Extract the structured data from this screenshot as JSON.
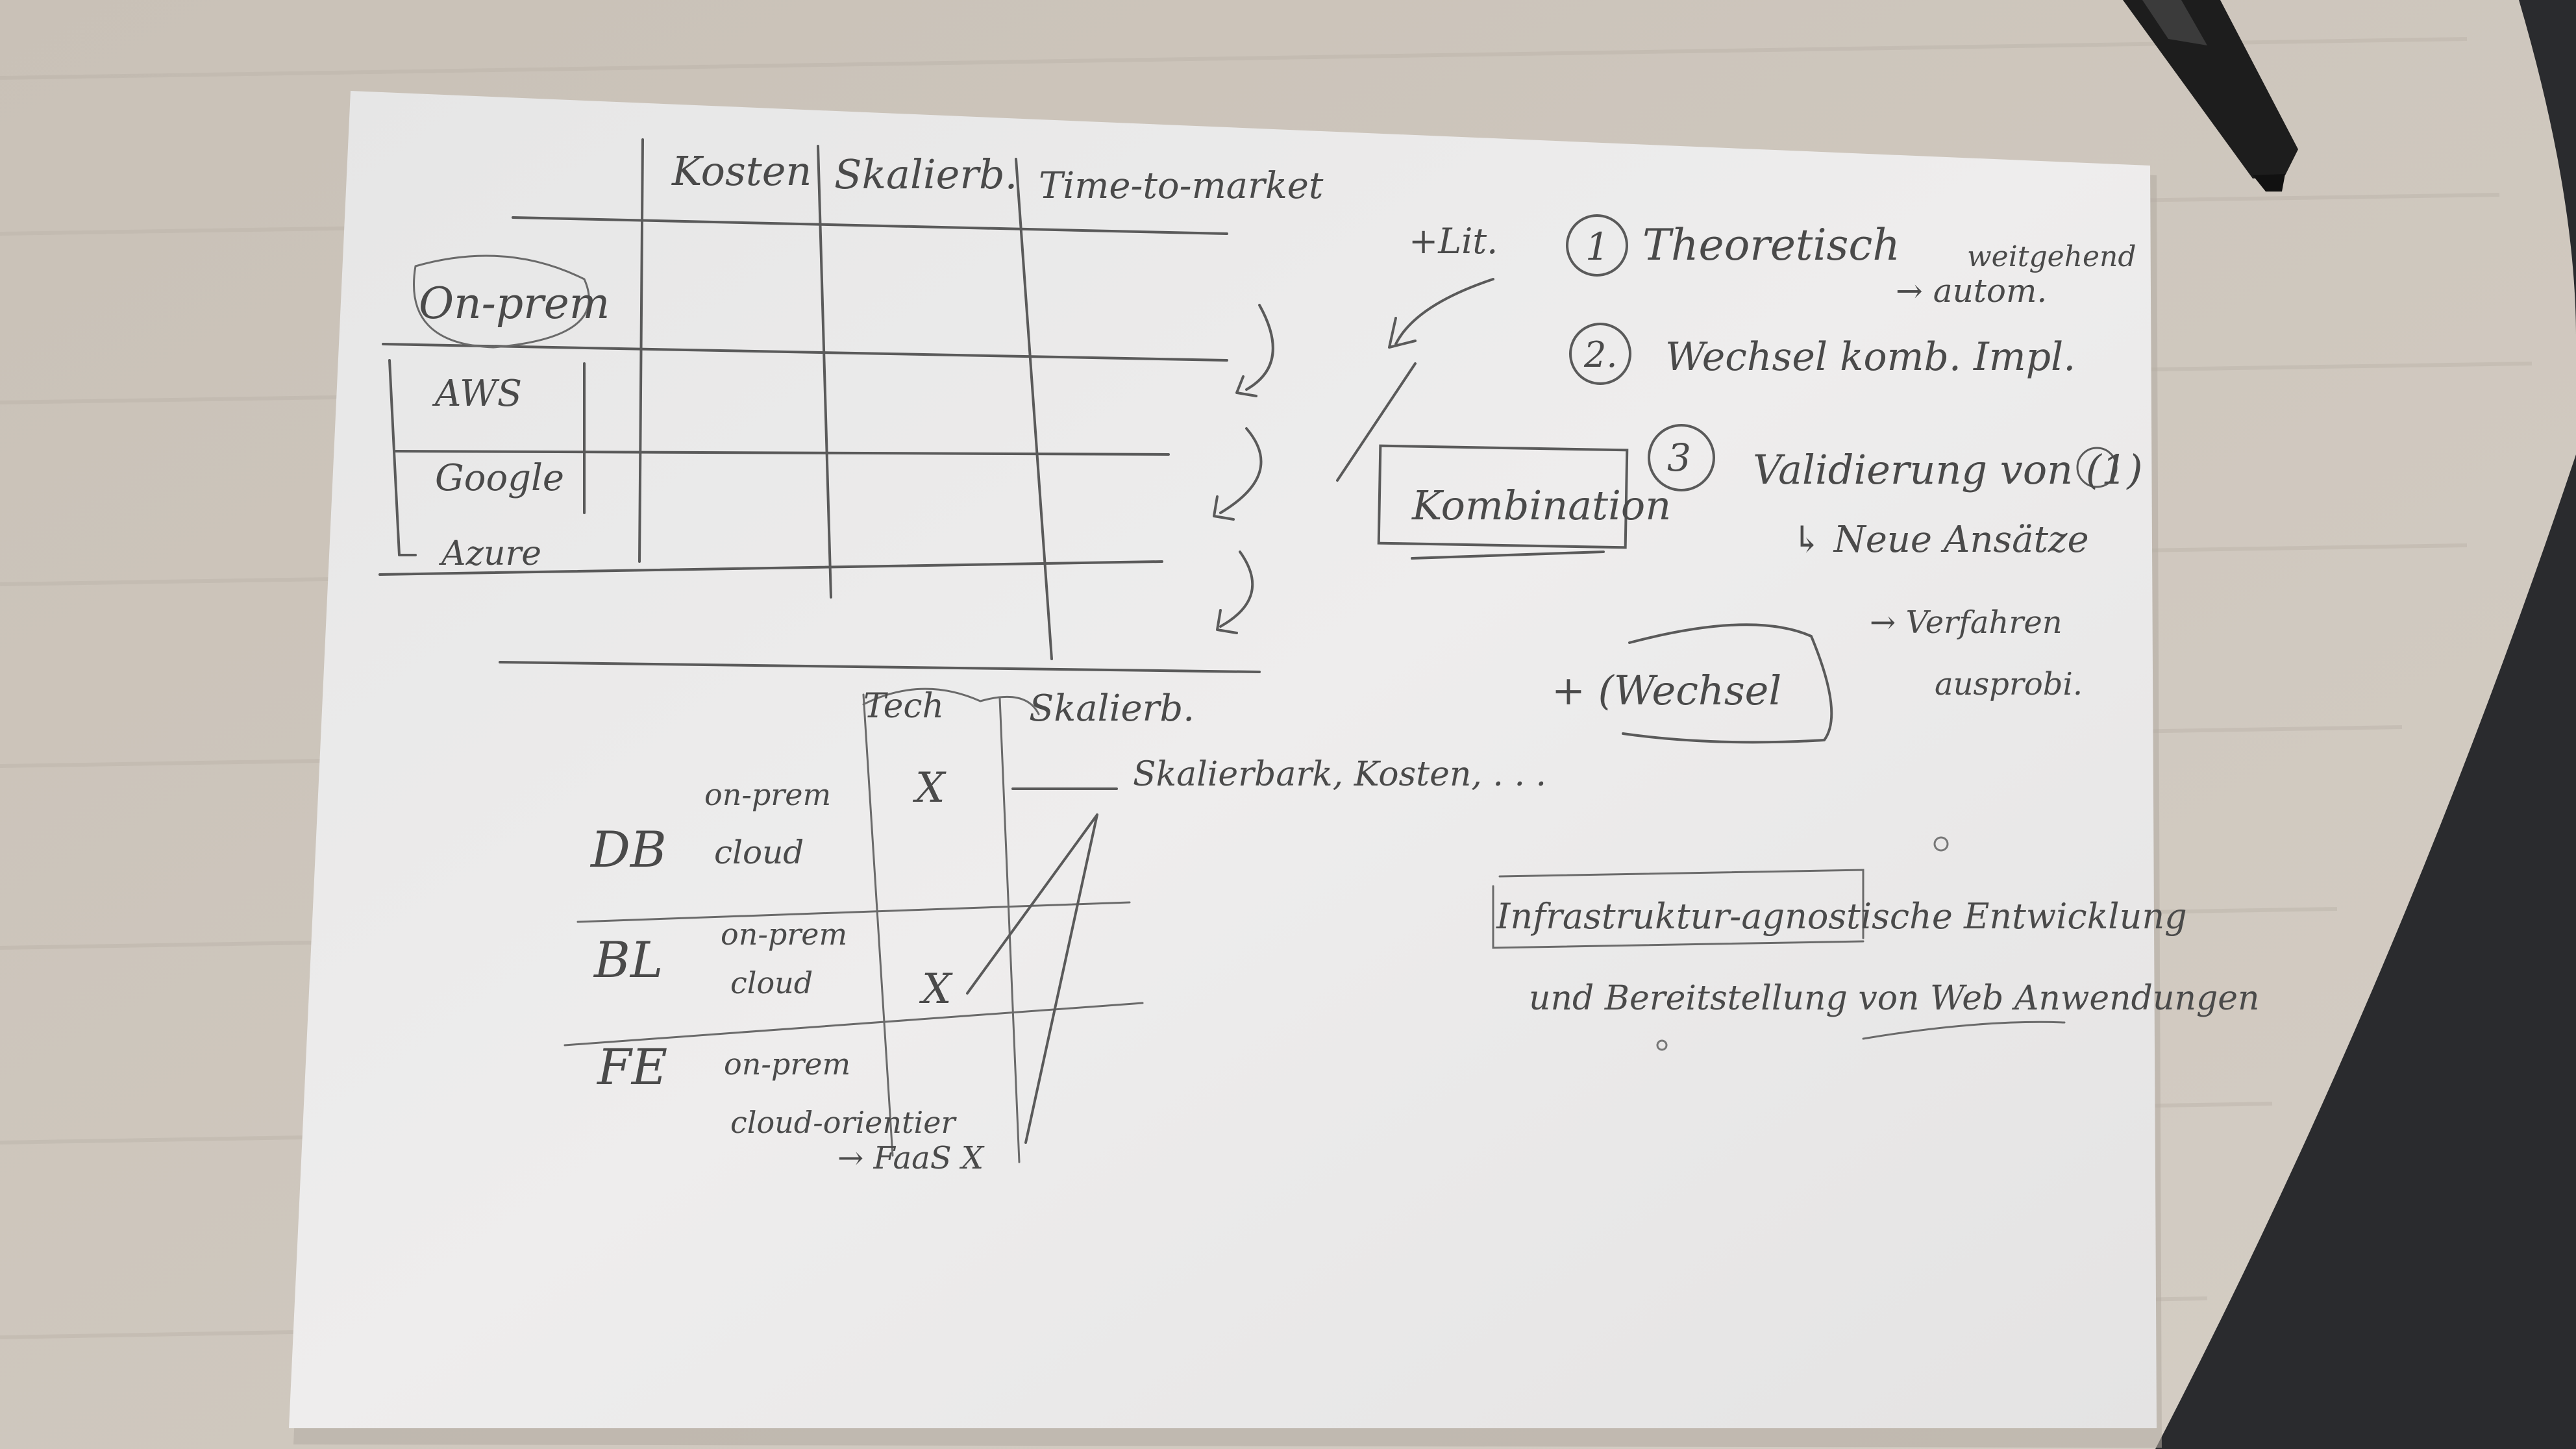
{
  "colors": {
    "desk": "#cdc6bd",
    "desk_shadow": "#b8b1a8",
    "floor": "#2a2b2e",
    "paper": "#ecebeb",
    "pencil": "#4a4a4a",
    "pen_body": "#1d1d1d"
  },
  "sketch": {
    "table1": {
      "headers": [
        "Kosten",
        "Skalierb.",
        "Time-to-market"
      ],
      "rows": [
        "On-prem",
        "AWS",
        "Google",
        "Azure"
      ]
    },
    "plus_lit": "+Lit.",
    "kombination": "Kombination",
    "plus_wechsel": "+ (Wechsel",
    "list": [
      {
        "num": "1",
        "text": "Theoretisch"
      },
      {
        "num": "2.",
        "text": "Wechsel komb. Impl."
      },
      {
        "num": "3",
        "text": "Validierung von (1)"
      }
    ],
    "note_weitgehend": "weitgehend",
    "note_autom": "→ autom.",
    "note_neue": "↳ Neue Ansätze",
    "note_verfahren": "→ Verfahren",
    "note_ausprob": "ausprobi.",
    "table2": {
      "headers": [
        "Tech",
        "Skalierb."
      ],
      "groups": [
        {
          "label": "DB",
          "items": [
            "on-prem",
            "cloud"
          ]
        },
        {
          "label": "BL",
          "items": [
            "on-prem",
            "cloud"
          ]
        },
        {
          "label": "FE",
          "items": [
            "on-prem",
            "cloud-orientier",
            "→ FaaS X"
          ]
        }
      ],
      "mark": "X",
      "note": "Skalierbark, Kosten, . . ."
    },
    "infra_line1": "Infrastruktur-agnostische Entwicklung",
    "infra_line2": "und Bereitstellung von Web Anwendungen"
  }
}
